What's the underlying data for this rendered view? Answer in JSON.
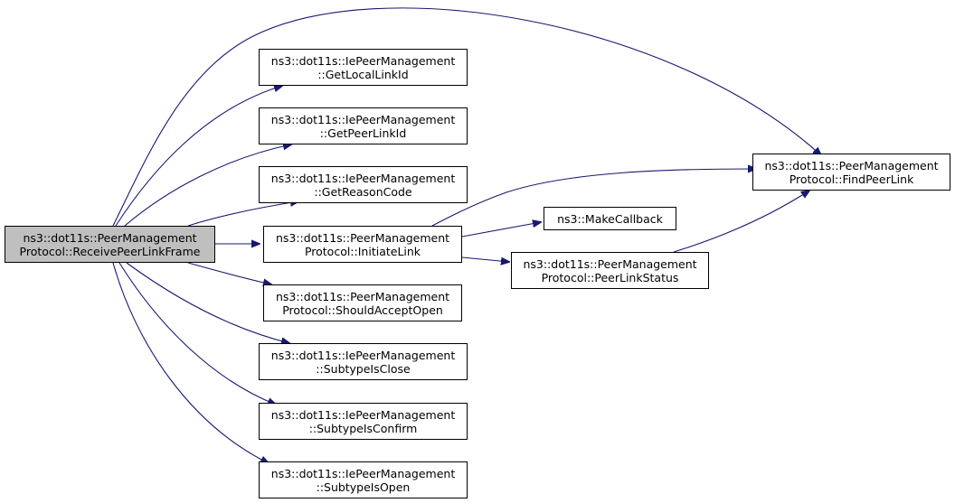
{
  "diagram": {
    "colors": {
      "edge": "#191970",
      "node_border": "#000000",
      "root_fill": "#bfbfbf",
      "node_fill": "#ffffff"
    },
    "nodes": {
      "receive": {
        "line1": "ns3::dot11s::PeerManagement",
        "line2": "Protocol::ReceivePeerLinkFrame"
      },
      "get_local_link_id": {
        "line1": "ns3::dot11s::IePeerManagement",
        "line2": "::GetLocalLinkId"
      },
      "get_peer_link_id": {
        "line1": "ns3::dot11s::IePeerManagement",
        "line2": "::GetPeerLinkId"
      },
      "get_reason_code": {
        "line1": "ns3::dot11s::IePeerManagement",
        "line2": "::GetReasonCode"
      },
      "initiate_link": {
        "line1": "ns3::dot11s::PeerManagement",
        "line2": "Protocol::InitiateLink"
      },
      "should_accept_open": {
        "line1": "ns3::dot11s::PeerManagement",
        "line2": "Protocol::ShouldAcceptOpen"
      },
      "subtype_is_close": {
        "line1": "ns3::dot11s::IePeerManagement",
        "line2": "::SubtypeIsClose"
      },
      "subtype_is_confirm": {
        "line1": "ns3::dot11s::IePeerManagement",
        "line2": "::SubtypeIsConfirm"
      },
      "subtype_is_open": {
        "line1": "ns3::dot11s::IePeerManagement",
        "line2": "::SubtypeIsOpen"
      },
      "find_peer_link": {
        "line1": "ns3::dot11s::PeerManagement",
        "line2": "Protocol::FindPeerLink"
      },
      "make_callback": {
        "line1": "ns3::MakeCallback"
      },
      "peer_link_status": {
        "line1": "ns3::dot11s::PeerManagement",
        "line2": "Protocol::PeerLinkStatus"
      }
    },
    "edges": [
      {
        "from": "receive",
        "to": "find_peer_link"
      },
      {
        "from": "receive",
        "to": "get_local_link_id"
      },
      {
        "from": "receive",
        "to": "get_peer_link_id"
      },
      {
        "from": "receive",
        "to": "get_reason_code"
      },
      {
        "from": "receive",
        "to": "initiate_link"
      },
      {
        "from": "receive",
        "to": "should_accept_open"
      },
      {
        "from": "receive",
        "to": "subtype_is_close"
      },
      {
        "from": "receive",
        "to": "subtype_is_confirm"
      },
      {
        "from": "receive",
        "to": "subtype_is_open"
      },
      {
        "from": "initiate_link",
        "to": "find_peer_link"
      },
      {
        "from": "initiate_link",
        "to": "make_callback"
      },
      {
        "from": "initiate_link",
        "to": "peer_link_status"
      },
      {
        "from": "peer_link_status",
        "to": "find_peer_link"
      }
    ]
  }
}
